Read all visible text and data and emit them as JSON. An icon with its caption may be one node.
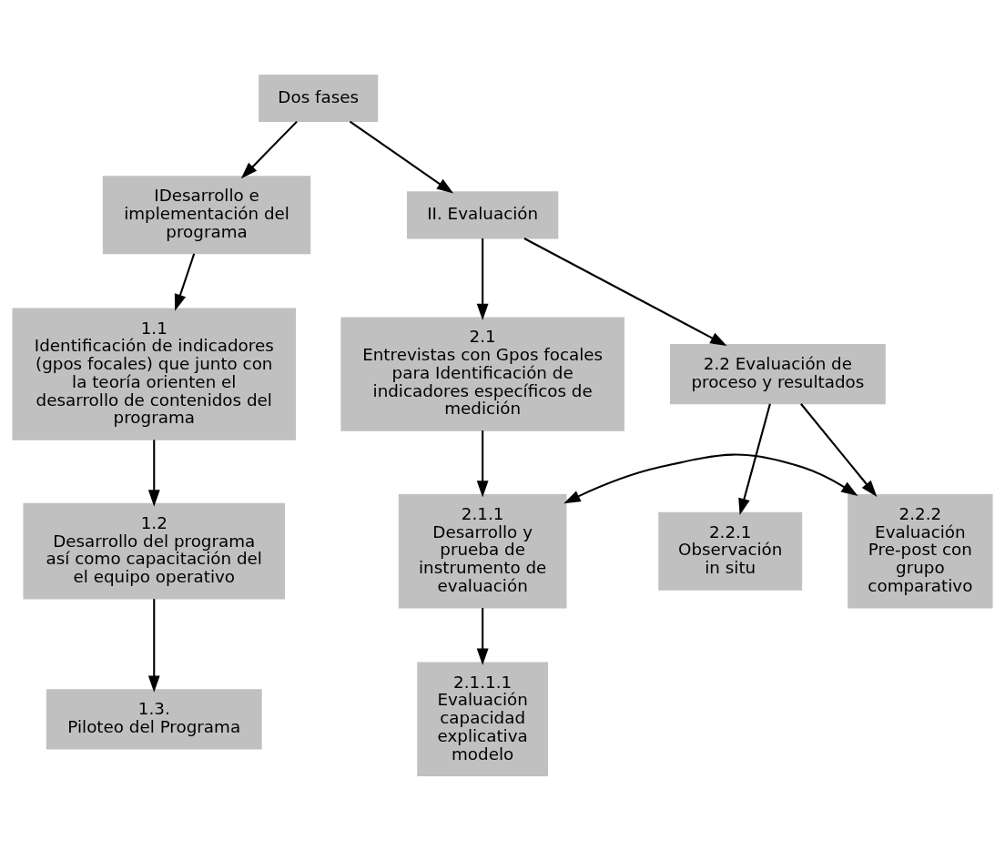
{
  "diagram": {
    "nodes": [
      {
        "text": [
          "Dos fases"
        ]
      },
      {
        "text": [
          "IDesarrollo e implementación del programa"
        ]
      },
      {
        "text": [
          "II. Evaluación"
        ]
      },
      {
        "text": [
          "1.1",
          "Identificación de indicadores (gpos focales) que junto con la teoría orienten el desarrollo de contenidos del programa"
        ]
      },
      {
        "text": [
          "2.1",
          "Entrevistas con Gpos focales para Identificación de indicadores específicos de medición"
        ]
      },
      {
        "text": [
          "2.2 Evaluación de proceso y resultados"
        ]
      },
      {
        "text": [
          "1.2",
          "Desarrollo del programa así como capacitación del el equipo operativo"
        ]
      },
      {
        "text": [
          "2.1.1",
          "Desarrollo y prueba de instrumento de evaluación"
        ]
      },
      {
        "text": [
          "2.2.1",
          "Observación in situ"
        ]
      },
      {
        "text": [
          "2.2.2",
          "Evaluación Pre-post con grupo comparativo"
        ]
      },
      {
        "text": [
          "1.3.",
          "Piloteo del Programa"
        ]
      },
      {
        "text": [
          "2.1.1.1",
          "Evaluación capacidad explicativa modelo"
        ]
      }
    ],
    "edges": [
      {
        "from": 0,
        "to": 1,
        "arrow": "to"
      },
      {
        "from": 0,
        "to": 2,
        "arrow": "to"
      },
      {
        "from": 1,
        "to": 3,
        "arrow": "to"
      },
      {
        "from": 2,
        "to": 4,
        "arrow": "to"
      },
      {
        "from": 2,
        "to": 5,
        "arrow": "to"
      },
      {
        "from": 3,
        "to": 6,
        "arrow": "to"
      },
      {
        "from": 4,
        "to": 7,
        "arrow": "to"
      },
      {
        "from": 5,
        "to": 8,
        "arrow": "to"
      },
      {
        "from": 5,
        "to": 9,
        "arrow": "to"
      },
      {
        "from": 6,
        "to": 10,
        "arrow": "to"
      },
      {
        "from": 7,
        "to": 11,
        "arrow": "to"
      },
      {
        "from": 7,
        "to": 9,
        "arrow": "both"
      }
    ]
  }
}
